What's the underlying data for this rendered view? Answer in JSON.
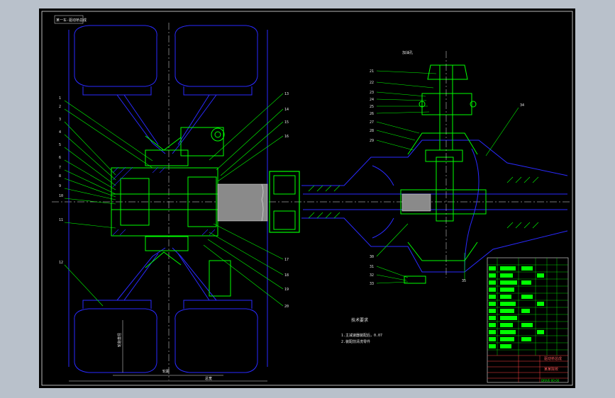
{
  "drawing": {
    "corner_tag": "某一车-驱动桥总成",
    "part_numbers_left": [
      "1",
      "2",
      "3",
      "4",
      "5",
      "6",
      "7",
      "8",
      "9",
      "10",
      "11",
      "12"
    ],
    "part_numbers_right_left": [
      "13",
      "14",
      "15",
      "16"
    ],
    "part_numbers_bottom": [
      "17",
      "18",
      "19",
      "20"
    ],
    "part_numbers_diff": [
      "21",
      "22",
      "23",
      "24",
      "25",
      "26",
      "27",
      "28",
      "29",
      "30",
      "31",
      "32",
      "33",
      "34",
      "35"
    ],
    "tech_title": "技术要求",
    "tech_lines": [
      "1.主减速器装配后，0.07",
      "2.装配前清洗零件"
    ],
    "dim_bottom": "轮距",
    "dim_total": "总宽",
    "dim_vertical": "轮胎直径",
    "callout_top": "加油孔",
    "title_block": {
      "name": "驱动桥总成",
      "sub": "某某院校",
      "code": "DRIVE-00-00"
    },
    "colors": {
      "outline": "#2a2aff",
      "cut": "#00ff00",
      "text": "#e8e8e8",
      "leader": "#00ff00",
      "title": "#ff4040"
    }
  }
}
